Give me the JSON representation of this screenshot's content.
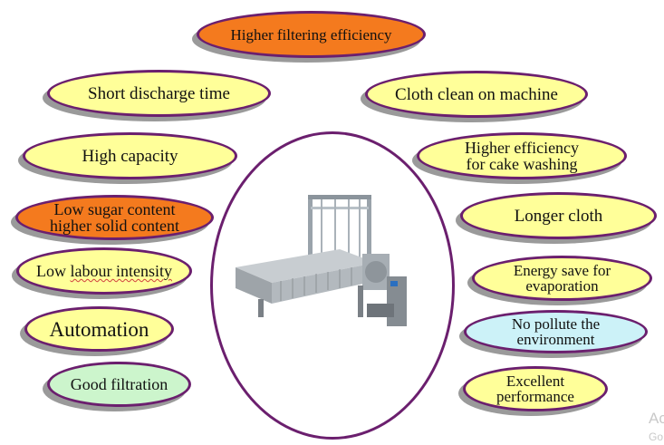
{
  "features": {
    "higher_filtering_efficiency": "Higher filtering efficiency",
    "short_discharge_time": "Short discharge time",
    "cloth_clean": "Cloth clean on machine",
    "high_capacity": "High capacity",
    "cake_washing_line1": "Higher efficiency",
    "cake_washing_line2": "for cake washing",
    "low_sugar_line1": "Low sugar content",
    "low_sugar_line2": "higher solid content",
    "longer_cloth": "Longer cloth",
    "low_labour": "Low labour intensity",
    "energy_line1": "Energy save for",
    "energy_line2": "evaporation",
    "automation": "Automation",
    "no_pollute_line1": "No pollute the",
    "no_pollute_line2": "environment",
    "good_filtration": "Good filtration",
    "excellent_line1": "Excellent",
    "excellent_line2": "performance"
  },
  "colors": {
    "border": "#6b1f6e",
    "yellow": "#ffff99",
    "orange": "#f47a1e",
    "green": "#ccf5cc",
    "cyan": "#ccf2f8"
  },
  "watermark": {
    "line1": "Ac",
    "line2": "Go"
  }
}
